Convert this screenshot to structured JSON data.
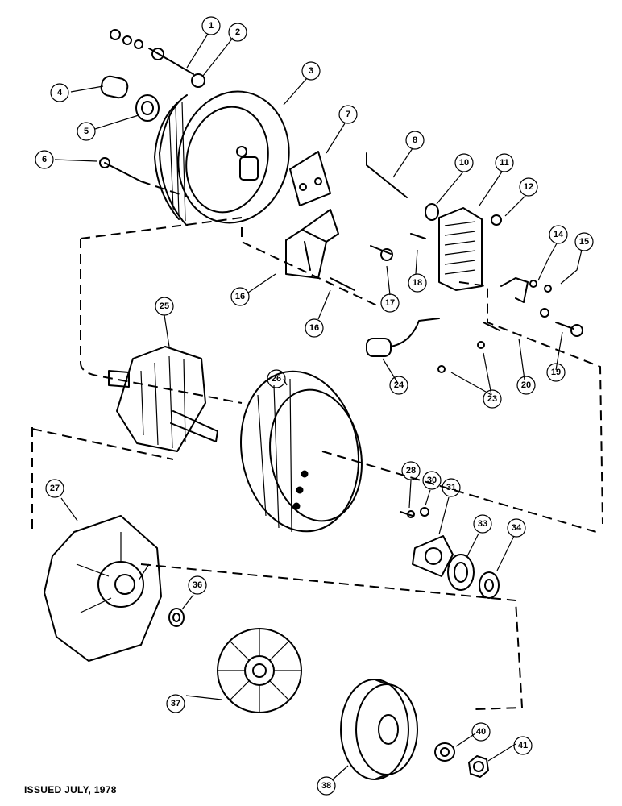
{
  "footer": {
    "issued": "ISSUED JULY, 1978"
  },
  "callouts": [
    "1",
    "2",
    "3",
    "4",
    "5",
    "6",
    "7",
    "8",
    "10",
    "11",
    "12",
    "14",
    "15",
    "16",
    "16",
    "17",
    "18",
    "19",
    "20",
    "23",
    "24",
    "25",
    "26",
    "27",
    "28",
    "30",
    "31",
    "33",
    "34",
    "36",
    "37",
    "38",
    "40",
    "41"
  ],
  "parts": [
    "slip-ring-end-frame",
    "bushing",
    "through-bolt",
    "terminal-stud",
    "nut",
    "washer",
    "nut",
    "bearing-seal",
    "bracket",
    "brush-holder",
    "terminal-strap",
    "screw",
    "screw",
    "screw",
    "screw",
    "capacitor-lead",
    "nut",
    "rectifier-bridge",
    "screw",
    "capacitor",
    "screw",
    "rotor",
    "stator",
    "drive-end-frame",
    "bearing",
    "retainer-plate",
    "screw",
    "lock-washer",
    "washer",
    "collar",
    "nut",
    "washer",
    "fan",
    "pulley"
  ]
}
